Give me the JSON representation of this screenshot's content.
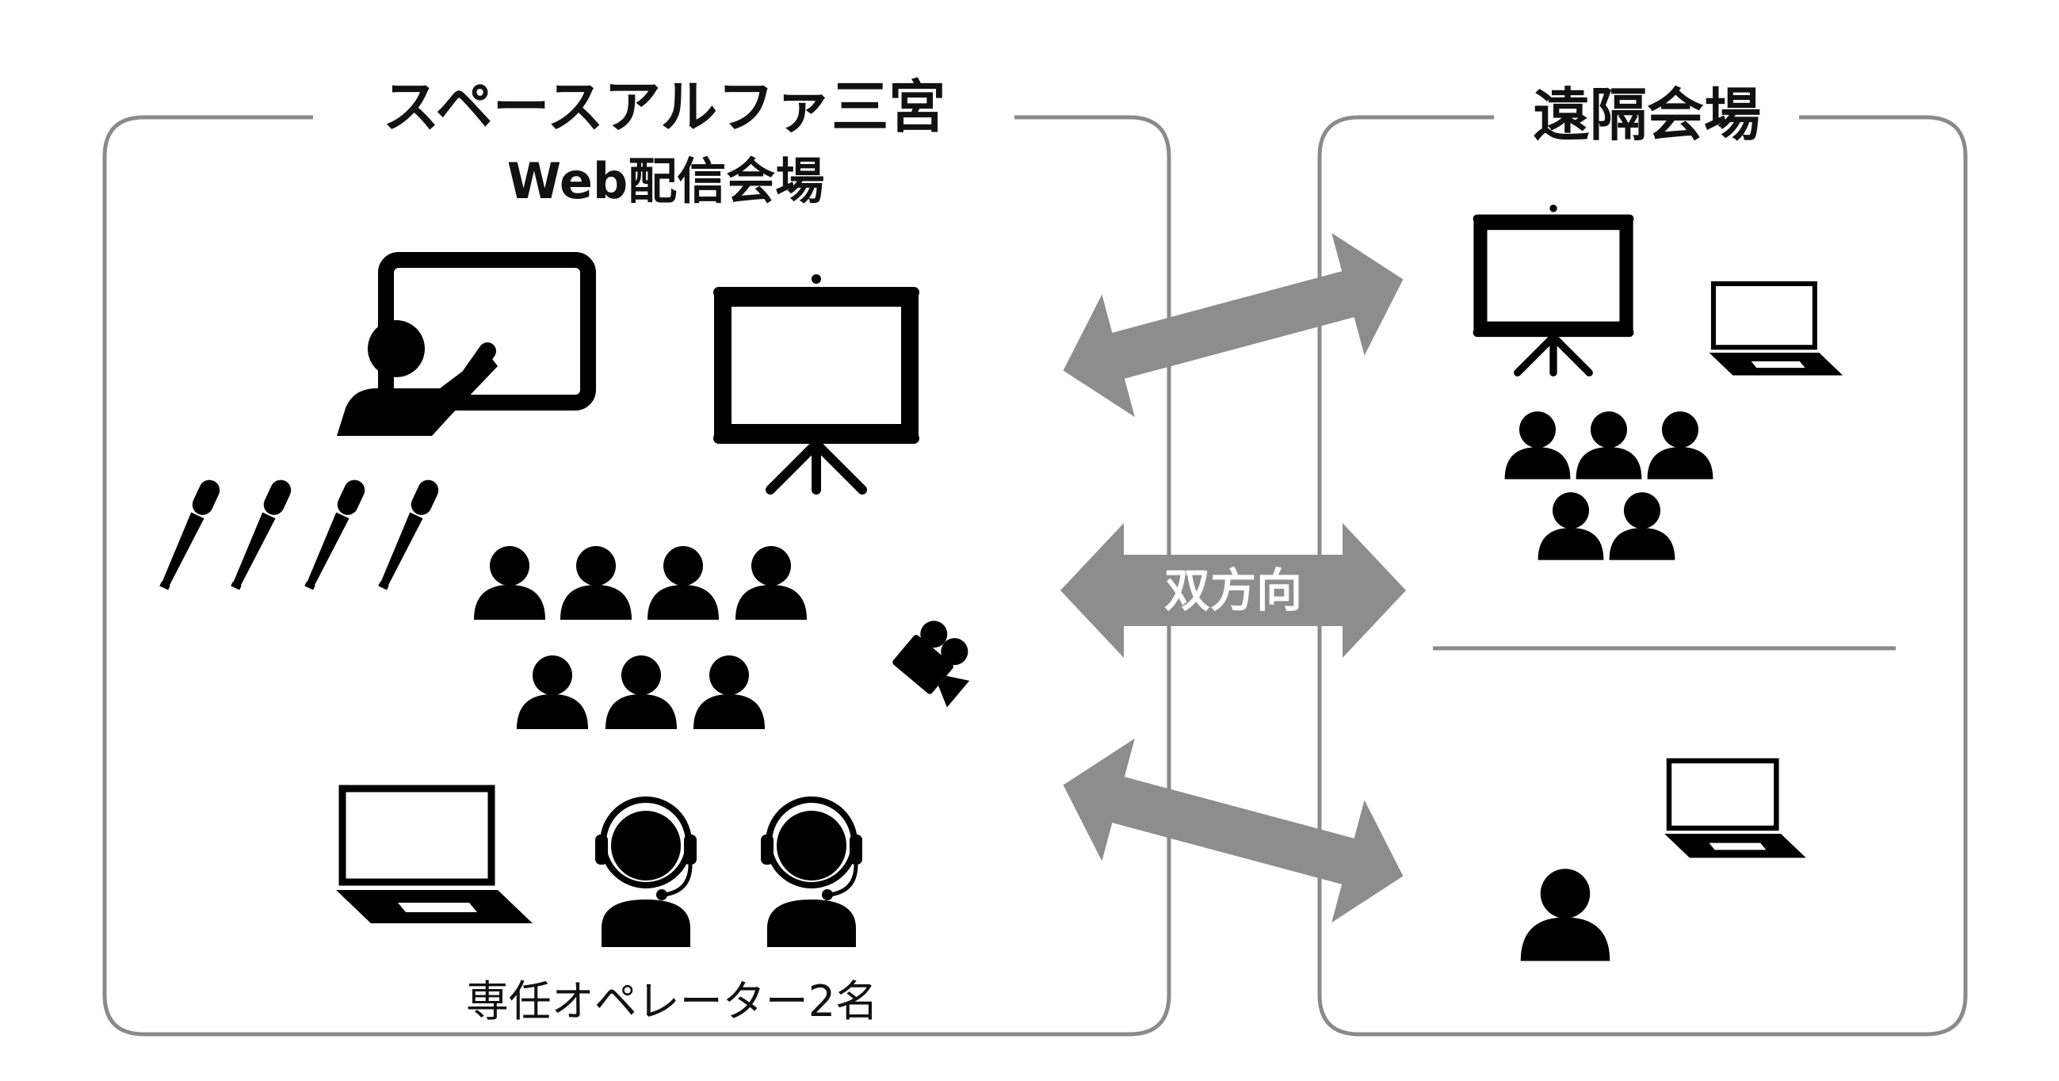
{
  "venue": {
    "title_line1": "スペースアルファ三宮",
    "title_line2": "Web配信会場",
    "caption": "専任オペレーター2名"
  },
  "remote": {
    "title": "遠隔会場"
  },
  "arrows": {
    "middle_label": "双方向"
  },
  "colors": {
    "frame": "#8a8a8a",
    "arrow": "#8c8d8c",
    "icon": "#000000"
  }
}
